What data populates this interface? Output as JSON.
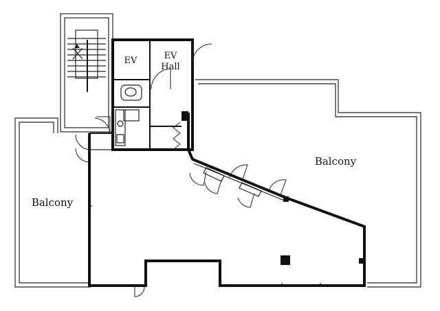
{
  "labels": {
    "ev": "EV",
    "ev_hall_line1": "EV",
    "ev_hall_line2": "Hall",
    "balcony_right": "Balcony",
    "balcony_left": "Balcony"
  }
}
